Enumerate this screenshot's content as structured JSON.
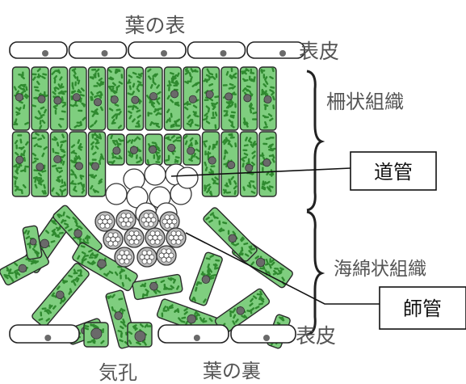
{
  "labels": {
    "leaf_top": "葉の表",
    "epidermis_top": "表皮",
    "palisade": "柵状組織",
    "spongy": "海綿状組織",
    "epidermis_bottom": "表皮",
    "stoma": "気孔",
    "leaf_bottom": "葉の裏"
  },
  "callouts": {
    "xylem": "道管",
    "phloem": "師管"
  },
  "colors": {
    "cell_fill": "#7fce7f",
    "cell_outline": "#2a2a2a",
    "chloroplast": "#2f8a2f",
    "nucleus": "#6a6a6a",
    "label_text": "#555555"
  }
}
